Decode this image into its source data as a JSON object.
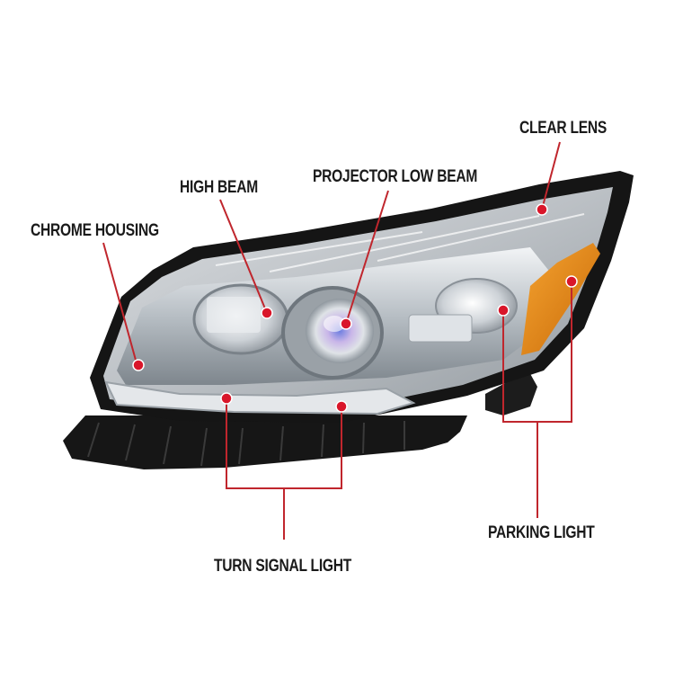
{
  "diagram": {
    "labels": {
      "clear_lens": "CLEAR LENS",
      "projector_low_beam": "PROJECTOR LOW BEAM",
      "high_beam": "HIGH BEAM",
      "chrome_housing": "CHROME HOUSING",
      "turn_signal_light": "TURN SIGNAL LIGHT",
      "parking_light": "PARKING LIGHT"
    },
    "colors": {
      "callout_line": "#c0262d",
      "marker_dot": "#d9162a",
      "housing_black": "#151515",
      "amber_reflector": "#e0800f",
      "chrome": "#c9ced3"
    }
  }
}
